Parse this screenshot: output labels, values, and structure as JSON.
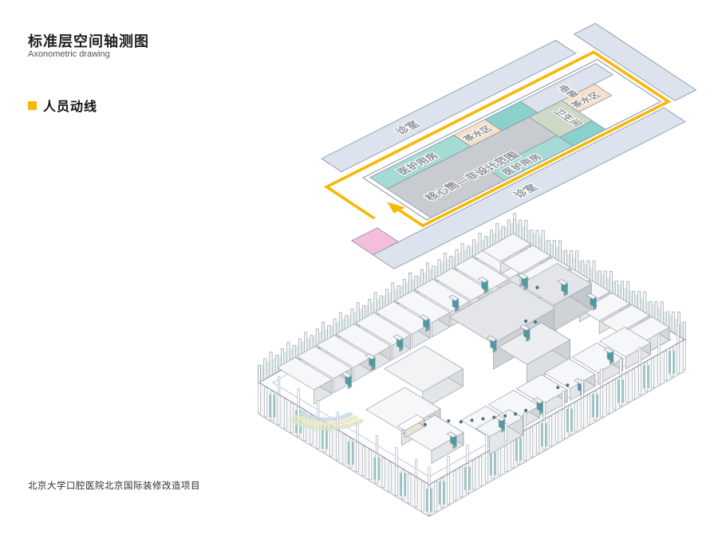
{
  "header": {
    "title": "标准层空间轴测图",
    "subtitle": "Axonometric drawing"
  },
  "legend": {
    "label": "人员动线",
    "swatch_color": "#F6B80B"
  },
  "footer": {
    "project_name": "北京大学口腔医院北京国际装修改造项目"
  },
  "axon_diagram": {
    "labels": {
      "clinic_top": "诊室",
      "clinic_bottom": "诊室",
      "elevator": "电梯",
      "tea_area_top": "茶水区",
      "tea_area_right": "茶水区",
      "toilet": "卫生间",
      "staff_room_top": "医护用房",
      "staff_room_bottom": "医护用房",
      "core": "核心筒—非设计范围"
    },
    "colors": {
      "corridor_strip": "#dce3ef",
      "floor_plate": "#ffffff",
      "core": "#c8cbcf",
      "staff_room": "#a6dad4",
      "tea_area": "#f7dfc5",
      "toilet": "#cdd8c6",
      "utility_cyan": "#8ad0cb",
      "entrance_pink": "#f4bedb",
      "route": "#F6B80B",
      "outline": "#8b94a5",
      "label_text": "#8a8f96"
    }
  },
  "model": {
    "colors": {
      "outline": "#9aa0a8",
      "floor": "#ffffff",
      "slab": "#f3f4f6",
      "glass_teal": "#8fc3c6",
      "far_glass": "#c5dedd",
      "fin": "#f6f7f8",
      "wall_top": "#f6f7f8",
      "wall_side_a": "#e3e6e9",
      "wall_side_b": "#d3d7db",
      "core_top": "#e3e5e8",
      "core_side_a": "#cfd3d7",
      "core_side_b": "#c3c8cd",
      "accent_teal_a": "#61aab2",
      "accent_teal_b": "#4f99a2",
      "figure": "#50737e",
      "rainbow_1": "#d9e7c9",
      "rainbow_2": "#f0e6bd",
      "rainbow_3": "#c6dce7"
    }
  }
}
